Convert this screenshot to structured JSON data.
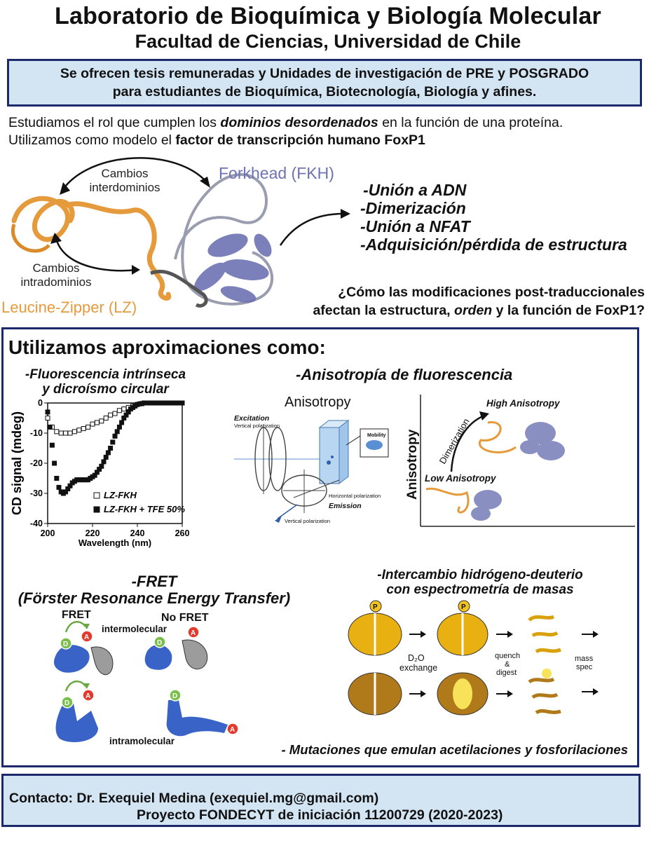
{
  "header": {
    "title": "Laboratorio de Bioquímica y Biología Molecular",
    "subtitle": "Facultad de Ciencias, Universidad de Chile"
  },
  "offer": {
    "line1": "Se ofrecen tesis remuneradas y Unidades de investigación de PRE y POSGRADO",
    "line2": "para estudiantes de Bioquímica, Biotecnología, Biología y afines."
  },
  "intro": {
    "l1_a": "Estudiamos el rol que cumplen los ",
    "l1_b": "dominios desordenados",
    "l1_c": " en la función de una proteína.",
    "l2_a": "Utilizamos como modelo el ",
    "l2_b": "factor de transcripción humano FoxP1"
  },
  "protein": {
    "fkh_label": "Forkhead (FKH)",
    "lz_label": "Leucine-Zipper (LZ)",
    "inter_1": "Cambios",
    "inter_2": "interdominios",
    "intra_1": "Cambios",
    "intra_2": "intradominios"
  },
  "functions": [
    "-Unión a ADN",
    "-Dimerización",
    "-Unión a NFAT",
    "-Adquisición/pérdida de estructura"
  ],
  "question": {
    "l1": "¿Cómo las modificaciones post-traduccionales",
    "l2_a": "afectan la estructura, ",
    "l2_b": "orden",
    "l2_c": " y la función de FoxP1?"
  },
  "approaches": {
    "heading": "Utilizamos aproximaciones como:",
    "fluor_1": "-Fluorescencia intrínseca",
    "fluor_2": "y dicroísmo circular",
    "aniso_title": "-Anisotropía de fluorescencia",
    "fret_1": "-FRET",
    "fret_2": "(Förster Resonance Energy Transfer)",
    "hdx_1": "-Intercambio hidrógeno-deuterio",
    "hdx_2": "con espectrometría de masas",
    "mutations": "- Mutaciones que emulan acetilaciones y fosforilaciones"
  },
  "chart_data": {
    "type": "scatter",
    "xlabel": "Wavelength (nm)",
    "ylabel": "CD signal (mdeg)",
    "xlim": [
      200,
      260
    ],
    "ylim": [
      -40,
      0
    ],
    "xticks": [
      "200",
      "220",
      "240",
      "260"
    ],
    "yticks": [
      "0",
      "-10",
      "-20",
      "-30",
      "-40"
    ],
    "legend_position": "bottom-right",
    "series": [
      {
        "name": "LZ-FKH",
        "marker": "open-square",
        "x": [
          200,
          202,
          204,
          206,
          208,
          210,
          212,
          214,
          216,
          218,
          220,
          222,
          224,
          226,
          228,
          230,
          232,
          234,
          236,
          238,
          240,
          242,
          244,
          246,
          248,
          250,
          252,
          254,
          256,
          258,
          260
        ],
        "y": [
          -5,
          -8,
          -9.5,
          -10,
          -10,
          -10,
          -9.5,
          -9,
          -8.5,
          -8,
          -7,
          -6.5,
          -6,
          -5,
          -4,
          -3.5,
          -2.5,
          -2,
          -1.5,
          -1,
          -0.5,
          -0.2,
          0,
          0,
          0,
          0,
          0,
          0,
          0,
          0,
          0
        ]
      },
      {
        "name": "LZ-FKH + TFE 50%",
        "marker": "filled-square",
        "x": [
          200,
          201,
          202,
          203,
          204,
          205,
          206,
          207,
          208,
          209,
          210,
          211,
          212,
          213,
          214,
          215,
          216,
          217,
          218,
          219,
          220,
          221,
          222,
          223,
          224,
          225,
          226,
          227,
          228,
          229,
          230,
          231,
          232,
          233,
          234,
          235,
          236,
          237,
          238,
          239,
          240,
          241,
          242,
          243,
          244,
          245,
          246,
          248,
          250,
          252,
          254,
          256,
          258,
          260
        ],
        "y": [
          -3,
          -8,
          -14,
          -20,
          -25,
          -28,
          -29.5,
          -30,
          -29.5,
          -28.5,
          -27.5,
          -26.5,
          -26,
          -25.5,
          -25.5,
          -25.5,
          -25.5,
          -25.5,
          -25.5,
          -25,
          -24.5,
          -24,
          -23,
          -22,
          -21,
          -19.5,
          -18,
          -16.5,
          -15,
          -13,
          -11,
          -9.5,
          -8,
          -6.5,
          -5,
          -4,
          -3,
          -2,
          -1.5,
          -1,
          -0.5,
          -0.3,
          -0.2,
          0,
          0,
          0,
          0,
          0,
          0,
          0,
          0,
          0,
          0,
          0
        ]
      }
    ]
  },
  "anisotropy": {
    "title": "Anisotropy",
    "excitation": "Excitation",
    "vertical_pol": "Vertical polarization",
    "mobility": "Mobility",
    "horizontal_pol": "Horizontal polarization",
    "emission": "Emission",
    "vertical_pol_2": "Vertical polarization",
    "axis_label": "Anisotropy",
    "high": "High Anisotropy",
    "low": "Low Anisotropy",
    "dimerization": "Dimerization"
  },
  "fret": {
    "fret_label": "FRET",
    "no_fret_label": "No FRET",
    "intermolecular": "intermolecular",
    "intramolecular": "intramolecular",
    "donor": "D",
    "acceptor": "A"
  },
  "hdx": {
    "p_label": "P",
    "d2o_1": "D₂O",
    "d2o_2": "exchange",
    "quench_1": "quench",
    "quench_2": "&",
    "quench_3": "digest",
    "mass_1": "mass",
    "mass_2": "spec"
  },
  "contact": {
    "line1": "Contacto: Dr. Exequiel Medina (exequiel.mg@gmail.com)",
    "line2": "Proyecto FONDECYT de iniciación 11200729 (2020-2023)"
  },
  "colors": {
    "box_border": "#1c2a6b",
    "box_fill": "#d3e4f3",
    "fkh_color": "#6d72b3",
    "lz_color": "#e59a3b",
    "fret_blue": "#3a63c8",
    "hdx_gold": "#d9a10e"
  }
}
